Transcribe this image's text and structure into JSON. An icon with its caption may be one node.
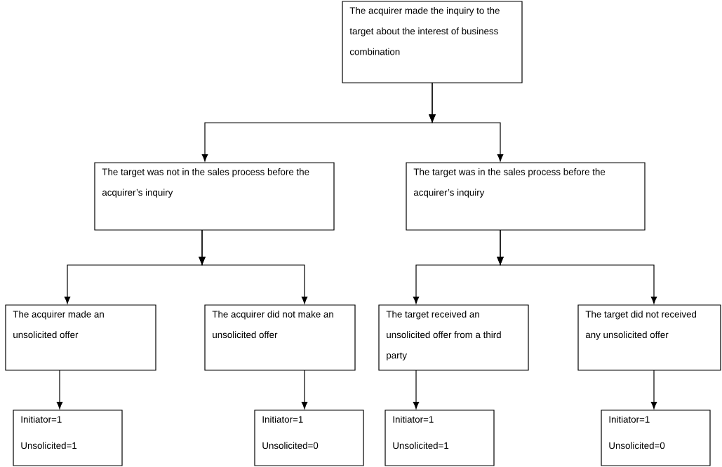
{
  "diagram": {
    "nodes": [
      {
        "text": [
          "The acquirer made the inquiry to the target about the interest of business combination"
        ]
      },
      {
        "text": [
          "The target was not in the sales process before the acquirer’s inquiry"
        ]
      },
      {
        "text": [
          "The target was in the sales process before the acquirer’s inquiry"
        ]
      },
      {
        "text": [
          "The acquirer made an unsolicited offer"
        ]
      },
      {
        "text": [
          "The acquirer did not make an unsolicited offer"
        ]
      },
      {
        "text": [
          "The target received an unsolicited offer from a third party"
        ]
      },
      {
        "text": [
          "The target did not received any unsolicited offer"
        ]
      },
      {
        "text": [
          "Initiator=1",
          "Unsolicited=1"
        ]
      },
      {
        "text": [
          "Initiator=1",
          "Unsolicited=0"
        ]
      },
      {
        "text": [
          "Initiator=1",
          "Unsolicited=1"
        ]
      },
      {
        "text": [
          "Initiator=1",
          "Unsolicited=0"
        ]
      }
    ],
    "edges": [
      {
        "from": 0,
        "to": 1,
        "arrow": "to"
      },
      {
        "from": 0,
        "to": 2,
        "arrow": "to"
      },
      {
        "from": 1,
        "to": 3,
        "arrow": "to"
      },
      {
        "from": 1,
        "to": 4,
        "arrow": "to"
      },
      {
        "from": 2,
        "to": 5,
        "arrow": "to"
      },
      {
        "from": 2,
        "to": 6,
        "arrow": "to"
      },
      {
        "from": 3,
        "to": 7,
        "arrow": "to"
      },
      {
        "from": 4,
        "to": 8,
        "arrow": "to"
      },
      {
        "from": 5,
        "to": 9,
        "arrow": "to"
      },
      {
        "from": 6,
        "to": 10,
        "arrow": "to"
      }
    ]
  }
}
